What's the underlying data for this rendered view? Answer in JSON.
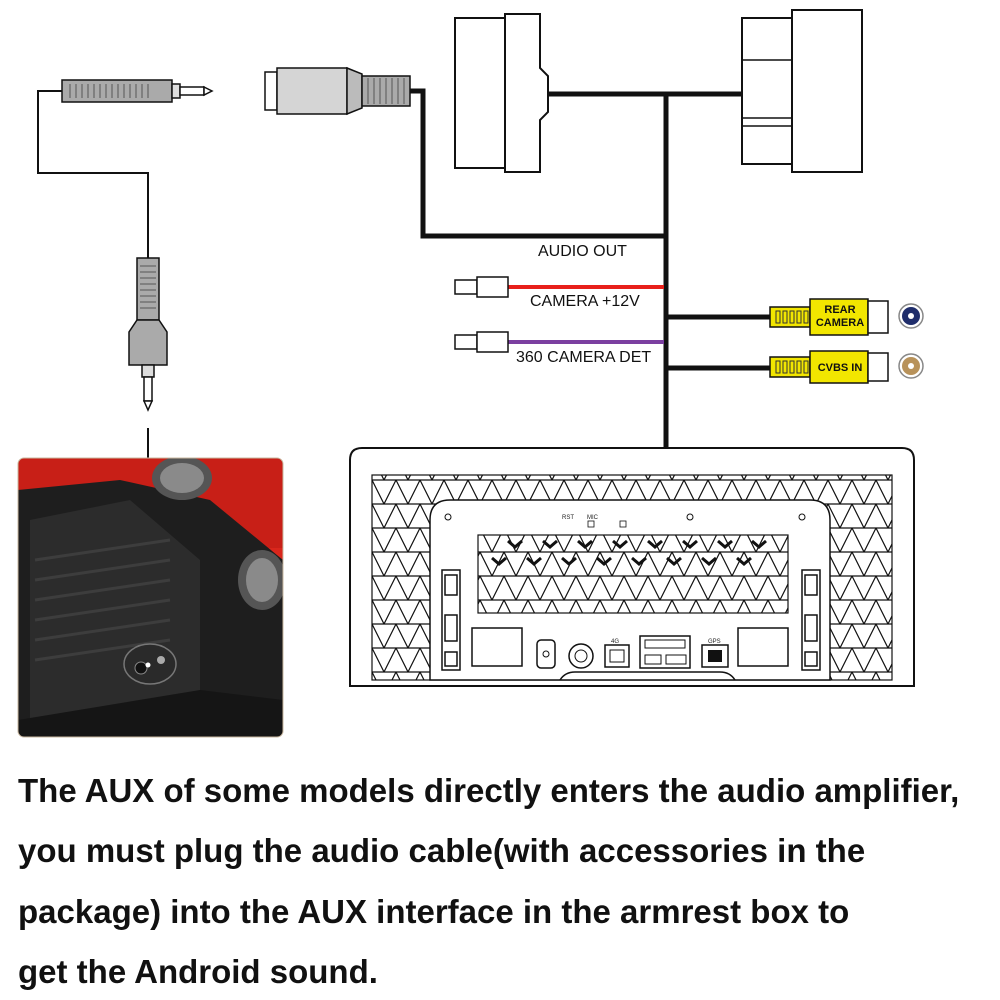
{
  "labels": {
    "audio_out": "AUDIO OUT",
    "camera_12v": "CAMERA +12V",
    "camera_det": "360 CAMERA DET",
    "rear_camera_line1": "REAR",
    "rear_camera_line2": "CAMERA",
    "cvbs_in": "CVBS IN",
    "rst": "RST",
    "mic": "MIC",
    "port_4g": "4G",
    "gps": "GPS"
  },
  "caption": {
    "line1": "The AUX of some models directly enters the audio amplifier,",
    "line2": "you must plug the audio cable(with accessories in the",
    "line3": "package) into the AUX interface in the armrest box to",
    "line4": "get the Android sound."
  },
  "colors": {
    "camera_wire": "#e8201a",
    "det_wire": "#7b3fa0",
    "rca_yellow": "#f2e600",
    "rca_ring_blue": "#1f2d6b",
    "rca_ring_gold": "#b8925a",
    "armrest_red": "#d9261c"
  }
}
